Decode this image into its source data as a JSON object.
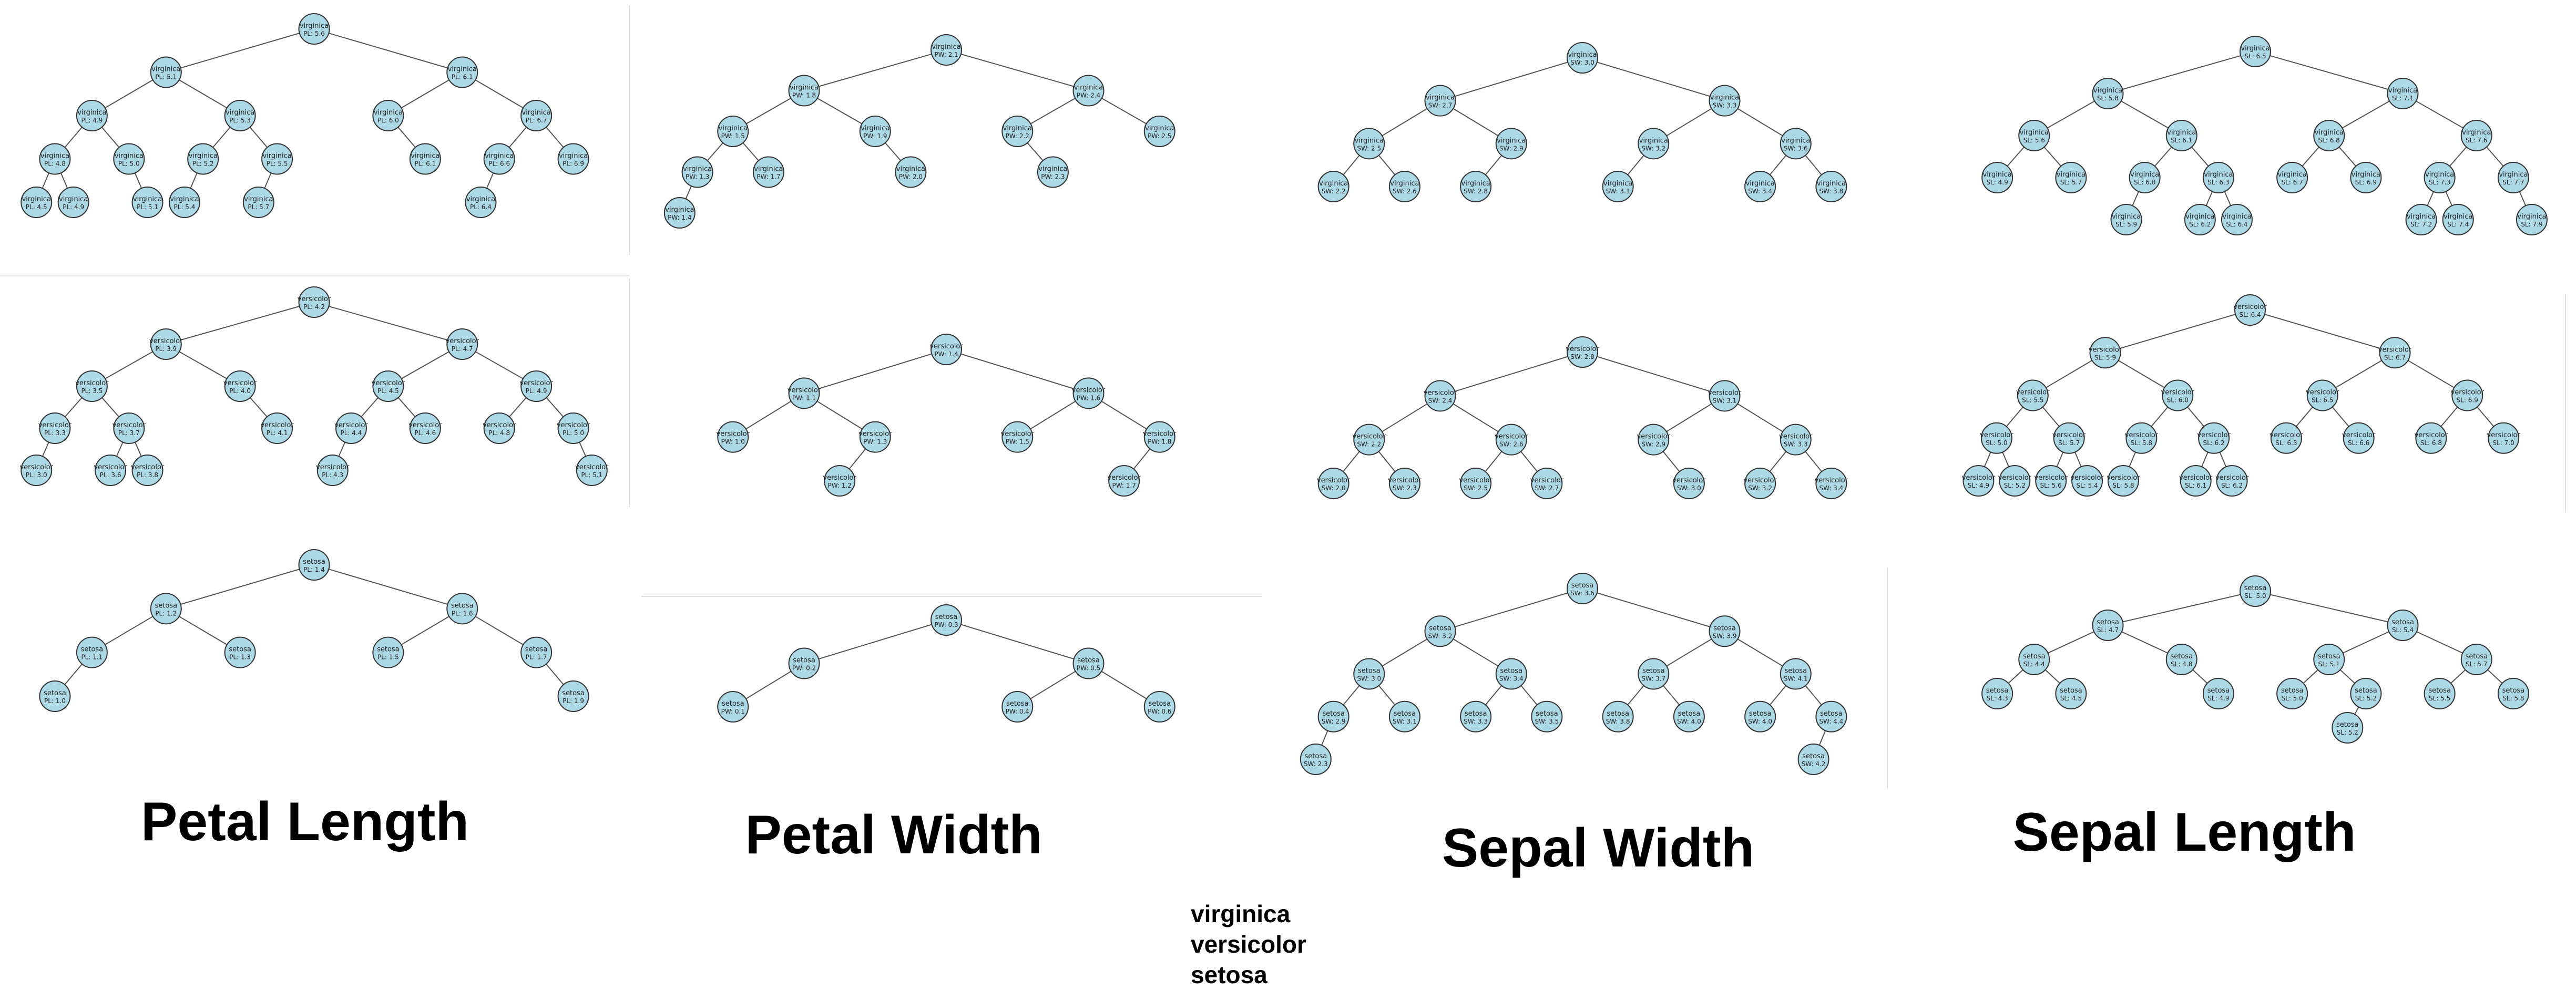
{
  "column_titles": [
    "Petal Length",
    "Petal Width",
    "Sepal Width",
    "Sepal Length"
  ],
  "legend": [
    "virginica",
    "versicolor",
    "setosa"
  ],
  "trees": [
    {
      "id": "virginica-pl",
      "species": "virginica",
      "nodes": [
        {
          "id": "r",
          "parent": null,
          "text": "PL: 5.6"
        },
        {
          "id": "a",
          "parent": "r",
          "text": "PL: 5.1"
        },
        {
          "id": "b",
          "parent": "r",
          "text": "PL: 6.1"
        },
        {
          "id": "aa",
          "parent": "a",
          "text": "PL: 4.9"
        },
        {
          "id": "ab",
          "parent": "a",
          "text": "PL: 5.3"
        },
        {
          "id": "ba",
          "parent": "b",
          "text": "PL: 6.0"
        },
        {
          "id": "bb",
          "parent": "b",
          "text": "PL: 6.7"
        },
        {
          "id": "aaa",
          "parent": "aa",
          "text": "PL: 4.8"
        },
        {
          "id": "aab",
          "parent": "aa",
          "text": "PL: 5.0"
        },
        {
          "id": "aba",
          "parent": "ab",
          "text": "PL: 5.2"
        },
        {
          "id": "abb",
          "parent": "ab",
          "text": "PL: 5.5"
        },
        {
          "id": "bab",
          "parent": "ba",
          "text": "PL: 6.1"
        },
        {
          "id": "bba",
          "parent": "bb",
          "text": "PL: 6.6"
        },
        {
          "id": "bbb",
          "parent": "bb",
          "text": "PL: 6.9"
        },
        {
          "id": "aaaa",
          "parent": "aaa",
          "text": "PL: 4.5"
        },
        {
          "id": "aaab",
          "parent": "aaa",
          "text": "PL: 4.9"
        },
        {
          "id": "aabb",
          "parent": "aab",
          "text": "PL: 5.1"
        },
        {
          "id": "abaa",
          "parent": "aba",
          "text": "PL: 5.4"
        },
        {
          "id": "abba",
          "parent": "abb",
          "text": "PL: 5.7"
        },
        {
          "id": "bbaa",
          "parent": "bba",
          "text": "PL: 6.4"
        }
      ]
    },
    {
      "id": "virginica-pw",
      "species": "virginica",
      "nodes": [
        {
          "id": "r",
          "parent": null,
          "text": "PW: 2.1"
        },
        {
          "id": "a",
          "parent": "r",
          "text": "PW: 1.8"
        },
        {
          "id": "b",
          "parent": "r",
          "text": "PW: 2.4"
        },
        {
          "id": "aa",
          "parent": "a",
          "text": "PW: 1.5"
        },
        {
          "id": "ab",
          "parent": "a",
          "text": "PW: 1.9"
        },
        {
          "id": "ba",
          "parent": "b",
          "text": "PW: 2.2"
        },
        {
          "id": "bb",
          "parent": "b",
          "text": "PW: 2.5"
        },
        {
          "id": "aaa",
          "parent": "aa",
          "text": "PW: 1.3"
        },
        {
          "id": "aab",
          "parent": "aa",
          "text": "PW: 1.7"
        },
        {
          "id": "abb",
          "parent": "ab",
          "text": "PW: 2.0"
        },
        {
          "id": "bab",
          "parent": "ba",
          "text": "PW: 2.3"
        },
        {
          "id": "aaaa",
          "parent": "aaa",
          "text": "PW: 1.4"
        }
      ]
    },
    {
      "id": "virginica-sw",
      "species": "virginica",
      "nodes": [
        {
          "id": "r",
          "parent": null,
          "text": "SW: 3.0"
        },
        {
          "id": "a",
          "parent": "r",
          "text": "SW: 2.7"
        },
        {
          "id": "b",
          "parent": "r",
          "text": "SW: 3.3"
        },
        {
          "id": "aa",
          "parent": "a",
          "text": "SW: 2.5"
        },
        {
          "id": "ab",
          "parent": "a",
          "text": "SW: 2.9"
        },
        {
          "id": "ba",
          "parent": "b",
          "text": "SW: 3.2"
        },
        {
          "id": "bb",
          "parent": "b",
          "text": "SW: 3.6"
        },
        {
          "id": "aaa",
          "parent": "aa",
          "text": "SW: 2.2"
        },
        {
          "id": "aab",
          "parent": "aa",
          "text": "SW: 2.6"
        },
        {
          "id": "aba",
          "parent": "ab",
          "text": "SW: 2.8"
        },
        {
          "id": "baa",
          "parent": "ba",
          "text": "SW: 3.1"
        },
        {
          "id": "bba",
          "parent": "bb",
          "text": "SW: 3.4"
        },
        {
          "id": "bbb",
          "parent": "bb",
          "text": "SW: 3.8"
        }
      ]
    },
    {
      "id": "virginica-sl",
      "species": "virginica",
      "nodes": [
        {
          "id": "r",
          "parent": null,
          "text": "SL: 6.5"
        },
        {
          "id": "a",
          "parent": "r",
          "text": "SL: 5.8"
        },
        {
          "id": "b",
          "parent": "r",
          "text": "SL: 7.1"
        },
        {
          "id": "aa",
          "parent": "a",
          "text": "SL: 5.6"
        },
        {
          "id": "ab",
          "parent": "a",
          "text": "SL: 6.1"
        },
        {
          "id": "ba",
          "parent": "b",
          "text": "SL: 6.8"
        },
        {
          "id": "bb",
          "parent": "b",
          "text": "SL: 7.6"
        },
        {
          "id": "aaa",
          "parent": "aa",
          "text": "SL: 4.9"
        },
        {
          "id": "aab",
          "parent": "aa",
          "text": "SL: 5.7"
        },
        {
          "id": "aba",
          "parent": "ab",
          "text": "SL: 6.0"
        },
        {
          "id": "abb",
          "parent": "ab",
          "text": "SL: 6.3"
        },
        {
          "id": "baa",
          "parent": "ba",
          "text": "SL: 6.7"
        },
        {
          "id": "bab",
          "parent": "ba",
          "text": "SL: 6.9"
        },
        {
          "id": "bba",
          "parent": "bb",
          "text": "SL: 7.3"
        },
        {
          "id": "bbb",
          "parent": "bb",
          "text": "SL: 7.7"
        },
        {
          "id": "abaa",
          "parent": "aba",
          "text": "SL: 5.9"
        },
        {
          "id": "abba",
          "parent": "abb",
          "text": "SL: 6.2"
        },
        {
          "id": "abbb",
          "parent": "abb",
          "text": "SL: 6.4"
        },
        {
          "id": "bbaa",
          "parent": "bba",
          "text": "SL: 7.2"
        },
        {
          "id": "bbab",
          "parent": "bba",
          "text": "SL: 7.4"
        },
        {
          "id": "bbbb",
          "parent": "bbb",
          "text": "SL: 7.9"
        }
      ]
    },
    {
      "id": "versicolor-pl",
      "species": "versicolor",
      "nodes": [
        {
          "id": "r",
          "parent": null,
          "text": "PL: 4.2"
        },
        {
          "id": "a",
          "parent": "r",
          "text": "PL: 3.9"
        },
        {
          "id": "b",
          "parent": "r",
          "text": "PL: 4.7"
        },
        {
          "id": "aa",
          "parent": "a",
          "text": "PL: 3.5"
        },
        {
          "id": "ab",
          "parent": "a",
          "text": "PL: 4.0"
        },
        {
          "id": "ba",
          "parent": "b",
          "text": "PL: 4.5"
        },
        {
          "id": "bb",
          "parent": "b",
          "text": "PL: 4.9"
        },
        {
          "id": "aaa",
          "parent": "aa",
          "text": "PL: 3.3"
        },
        {
          "id": "aab",
          "parent": "aa",
          "text": "PL: 3.7"
        },
        {
          "id": "abb",
          "parent": "ab",
          "text": "PL: 4.1"
        },
        {
          "id": "baa",
          "parent": "ba",
          "text": "PL: 4.4"
        },
        {
          "id": "bab",
          "parent": "ba",
          "text": "PL: 4.6"
        },
        {
          "id": "bba",
          "parent": "bb",
          "text": "PL: 4.8"
        },
        {
          "id": "bbb",
          "parent": "bb",
          "text": "PL: 5.0"
        },
        {
          "id": "aaaa",
          "parent": "aaa",
          "text": "PL: 3.0"
        },
        {
          "id": "aaba",
          "parent": "aab",
          "text": "PL: 3.6"
        },
        {
          "id": "aabb",
          "parent": "aab",
          "text": "PL: 3.8"
        },
        {
          "id": "baaa",
          "parent": "baa",
          "text": "PL: 4.3"
        },
        {
          "id": "bbbb",
          "parent": "bbb",
          "text": "PL: 5.1"
        }
      ]
    },
    {
      "id": "versicolor-pw",
      "species": "versicolor",
      "nodes": [
        {
          "id": "r",
          "parent": null,
          "text": "PW: 1.4"
        },
        {
          "id": "a",
          "parent": "r",
          "text": "PW: 1.1"
        },
        {
          "id": "b",
          "parent": "r",
          "text": "PW: 1.6"
        },
        {
          "id": "aa",
          "parent": "a",
          "text": "PW: 1.0"
        },
        {
          "id": "ab",
          "parent": "a",
          "text": "PW: 1.3"
        },
        {
          "id": "ba",
          "parent": "b",
          "text": "PW: 1.5"
        },
        {
          "id": "bb",
          "parent": "b",
          "text": "PW: 1.8"
        },
        {
          "id": "aba",
          "parent": "ab",
          "text": "PW: 1.2"
        },
        {
          "id": "bba",
          "parent": "bb",
          "text": "PW: 1.7"
        }
      ]
    },
    {
      "id": "versicolor-sw",
      "species": "versicolor",
      "nodes": [
        {
          "id": "r",
          "parent": null,
          "text": "SW: 2.8"
        },
        {
          "id": "a",
          "parent": "r",
          "text": "SW: 2.4"
        },
        {
          "id": "b",
          "parent": "r",
          "text": "SW: 3.1"
        },
        {
          "id": "aa",
          "parent": "a",
          "text": "SW: 2.2"
        },
        {
          "id": "ab",
          "parent": "a",
          "text": "SW: 2.6"
        },
        {
          "id": "ba",
          "parent": "b",
          "text": "SW: 2.9"
        },
        {
          "id": "bb",
          "parent": "b",
          "text": "SW: 3.3"
        },
        {
          "id": "aaa",
          "parent": "aa",
          "text": "SW: 2.0"
        },
        {
          "id": "aab",
          "parent": "aa",
          "text": "SW: 2.3"
        },
        {
          "id": "aba",
          "parent": "ab",
          "text": "SW: 2.5"
        },
        {
          "id": "abb",
          "parent": "ab",
          "text": "SW: 2.7"
        },
        {
          "id": "bab",
          "parent": "ba",
          "text": "SW: 3.0"
        },
        {
          "id": "bba",
          "parent": "bb",
          "text": "SW: 3.2"
        },
        {
          "id": "bbb",
          "parent": "bb",
          "text": "SW: 3.4"
        }
      ]
    },
    {
      "id": "versicolor-sl",
      "species": "versicolor",
      "nodes": [
        {
          "id": "r",
          "parent": null,
          "text": "SL: 6.4"
        },
        {
          "id": "a",
          "parent": "r",
          "text": "SL: 5.9"
        },
        {
          "id": "b",
          "parent": "r",
          "text": "SL: 6.7"
        },
        {
          "id": "aa",
          "parent": "a",
          "text": "SL: 5.5"
        },
        {
          "id": "ab",
          "parent": "a",
          "text": "SL: 6.0"
        },
        {
          "id": "ba",
          "parent": "b",
          "text": "SL: 6.5"
        },
        {
          "id": "bb",
          "parent": "b",
          "text": "SL: 6.9"
        },
        {
          "id": "aaa",
          "parent": "aa",
          "text": "SL: 5.0"
        },
        {
          "id": "aab",
          "parent": "aa",
          "text": "SL: 5.7"
        },
        {
          "id": "aba",
          "parent": "ab",
          "text": "SL: 5.8"
        },
        {
          "id": "abb",
          "parent": "ab",
          "text": "SL: 6.2"
        },
        {
          "id": "baa",
          "parent": "ba",
          "text": "SL: 6.3"
        },
        {
          "id": "bab",
          "parent": "ba",
          "text": "SL: 6.6"
        },
        {
          "id": "bba",
          "parent": "bb",
          "text": "SL: 6.8"
        },
        {
          "id": "bbb",
          "parent": "bb",
          "text": "SL: 7.0"
        },
        {
          "id": "aaaa",
          "parent": "aaa",
          "text": "SL: 4.9"
        },
        {
          "id": "aaab",
          "parent": "aaa",
          "text": "SL: 5.2"
        },
        {
          "id": "aaba",
          "parent": "aab",
          "text": "SL: 5.6"
        },
        {
          "id": "aabb",
          "parent": "aab",
          "text": "SL: 5.4"
        },
        {
          "id": "abaa",
          "parent": "aba",
          "text": "SL: 5.8"
        },
        {
          "id": "abba",
          "parent": "abb",
          "text": "SL: 6.1"
        },
        {
          "id": "abbb",
          "parent": "abb",
          "text": "SL: 6.2"
        }
      ]
    },
    {
      "id": "setosa-pl",
      "species": "setosa",
      "nodes": [
        {
          "id": "r",
          "parent": null,
          "text": "PL: 1.4"
        },
        {
          "id": "a",
          "parent": "r",
          "text": "PL: 1.2"
        },
        {
          "id": "b",
          "parent": "r",
          "text": "PL: 1.6"
        },
        {
          "id": "aa",
          "parent": "a",
          "text": "PL: 1.1"
        },
        {
          "id": "ab",
          "parent": "a",
          "text": "PL: 1.3"
        },
        {
          "id": "ba",
          "parent": "b",
          "text": "PL: 1.5"
        },
        {
          "id": "bb",
          "parent": "b",
          "text": "PL: 1.7"
        },
        {
          "id": "aaa",
          "parent": "aa",
          "text": "PL: 1.0"
        },
        {
          "id": "bbb",
          "parent": "bb",
          "text": "PL: 1.9"
        }
      ]
    },
    {
      "id": "setosa-pw",
      "species": "setosa",
      "nodes": [
        {
          "id": "r",
          "parent": null,
          "text": "PW: 0.3"
        },
        {
          "id": "a",
          "parent": "r",
          "text": "PW: 0.2"
        },
        {
          "id": "b",
          "parent": "r",
          "text": "PW: 0.5"
        },
        {
          "id": "aa",
          "parent": "a",
          "text": "PW: 0.1"
        },
        {
          "id": "ba",
          "parent": "b",
          "text": "PW: 0.4"
        },
        {
          "id": "bb",
          "parent": "b",
          "text": "PW: 0.6"
        }
      ]
    },
    {
      "id": "setosa-sw",
      "species": "setosa",
      "nodes": [
        {
          "id": "r",
          "parent": null,
          "text": "SW: 3.6"
        },
        {
          "id": "a",
          "parent": "r",
          "text": "SW: 3.2"
        },
        {
          "id": "b",
          "parent": "r",
          "text": "SW: 3.9"
        },
        {
          "id": "aa",
          "parent": "a",
          "text": "SW: 3.0"
        },
        {
          "id": "ab",
          "parent": "a",
          "text": "SW: 3.4"
        },
        {
          "id": "ba",
          "parent": "b",
          "text": "SW: 3.7"
        },
        {
          "id": "bb",
          "parent": "b",
          "text": "SW: 4.1"
        },
        {
          "id": "aaa",
          "parent": "aa",
          "text": "SW: 2.9"
        },
        {
          "id": "aab",
          "parent": "aa",
          "text": "SW: 3.1"
        },
        {
          "id": "aba",
          "parent": "ab",
          "text": "SW: 3.3"
        },
        {
          "id": "abb",
          "parent": "ab",
          "text": "SW: 3.5"
        },
        {
          "id": "baa",
          "parent": "ba",
          "text": "SW: 3.8"
        },
        {
          "id": "bab",
          "parent": "ba",
          "text": "SW: 4.0"
        },
        {
          "id": "bba",
          "parent": "bb",
          "text": "SW: 4.0"
        },
        {
          "id": "bbb",
          "parent": "bb",
          "text": "SW: 4.4"
        },
        {
          "id": "aaaa",
          "parent": "aaa",
          "text": "SW: 2.3"
        },
        {
          "id": "bbba",
          "parent": "bbb",
          "text": "SW: 4.2"
        }
      ]
    },
    {
      "id": "setosa-sl",
      "species": "setosa",
      "nodes": [
        {
          "id": "r",
          "parent": null,
          "text": "SL: 5.0"
        },
        {
          "id": "a",
          "parent": "r",
          "text": "SL: 4.7"
        },
        {
          "id": "b",
          "parent": "r",
          "text": "SL: 5.4"
        },
        {
          "id": "aa",
          "parent": "a",
          "text": "SL: 4.4"
        },
        {
          "id": "ab",
          "parent": "a",
          "text": "SL: 4.8"
        },
        {
          "id": "ba",
          "parent": "b",
          "text": "SL: 5.1"
        },
        {
          "id": "bb",
          "parent": "b",
          "text": "SL: 5.7"
        },
        {
          "id": "aaa",
          "parent": "aa",
          "text": "SL: 4.3"
        },
        {
          "id": "aab",
          "parent": "aa",
          "text": "SL: 4.5"
        },
        {
          "id": "abb",
          "parent": "ab",
          "text": "SL: 4.9"
        },
        {
          "id": "baa",
          "parent": "ba",
          "text": "SL: 5.0"
        },
        {
          "id": "bab",
          "parent": "ba",
          "text": "SL: 5.2"
        },
        {
          "id": "bba",
          "parent": "bb",
          "text": "SL: 5.5"
        },
        {
          "id": "bbb",
          "parent": "bb",
          "text": "SL: 5.8"
        },
        {
          "id": "baba",
          "parent": "bab",
          "text": "SL: 5.2"
        }
      ]
    }
  ]
}
